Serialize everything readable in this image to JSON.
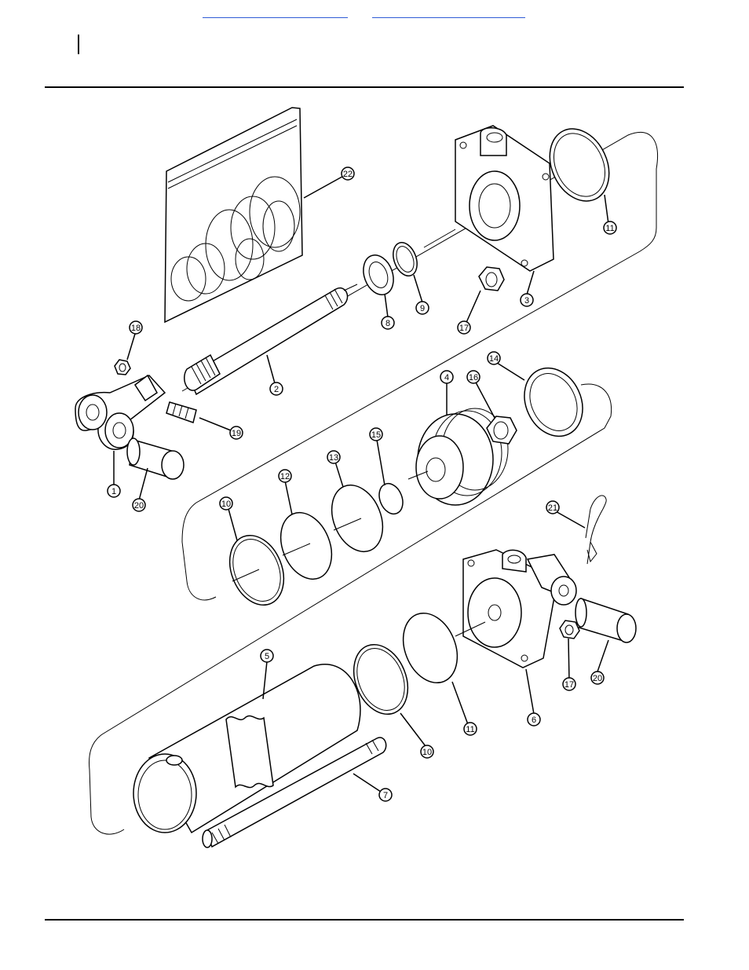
{
  "header": {
    "link_a_text": "",
    "link_b_text": ""
  },
  "callouts": [
    {
      "id": "c1",
      "label": "1"
    },
    {
      "id": "c2",
      "label": "2"
    },
    {
      "id": "c3",
      "label": "3"
    },
    {
      "id": "c4",
      "label": "4"
    },
    {
      "id": "c5",
      "label": "5"
    },
    {
      "id": "c6",
      "label": "6"
    },
    {
      "id": "c7",
      "label": "7"
    },
    {
      "id": "c8",
      "label": "8"
    },
    {
      "id": "c9",
      "label": "9"
    },
    {
      "id": "c10a",
      "label": "10"
    },
    {
      "id": "c10b",
      "label": "10"
    },
    {
      "id": "c11a",
      "label": "11"
    },
    {
      "id": "c11b",
      "label": "11"
    },
    {
      "id": "c12",
      "label": "12"
    },
    {
      "id": "c13",
      "label": "13"
    },
    {
      "id": "c14",
      "label": "14"
    },
    {
      "id": "c15",
      "label": "15"
    },
    {
      "id": "c16",
      "label": "16"
    },
    {
      "id": "c17a",
      "label": "17"
    },
    {
      "id": "c17b",
      "label": "17"
    },
    {
      "id": "c18",
      "label": "18"
    },
    {
      "id": "c19",
      "label": "19"
    },
    {
      "id": "c20a",
      "label": "20"
    },
    {
      "id": "c20b",
      "label": "20"
    },
    {
      "id": "c21",
      "label": "21"
    },
    {
      "id": "c22",
      "label": "22"
    }
  ]
}
